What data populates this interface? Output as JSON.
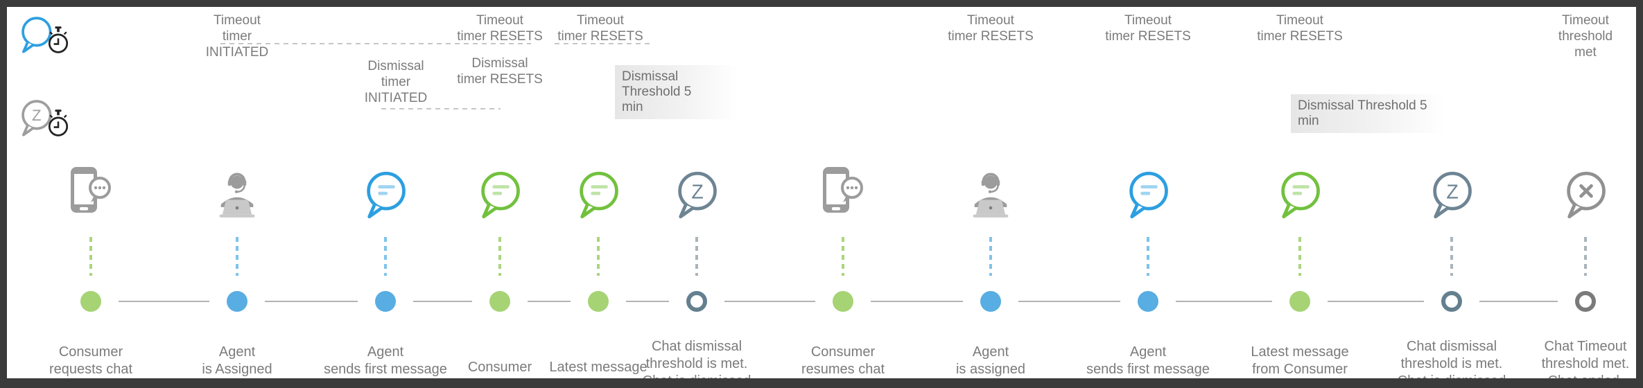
{
  "legend": {
    "timeout": {
      "icon": "timeout-timer-legend-icon",
      "bubble_color": "#58ade2"
    },
    "dismissal": {
      "icon": "dismissal-timer-legend-icon",
      "bubble_color": "#9e9e9e"
    }
  },
  "annotations": {
    "timeout_initiated": "Timeout\ntimer\nINITIATED",
    "timeout_resets": [
      "Timeout\ntimer RESETS",
      "Timeout\ntimer RESETS",
      "Timeout\ntimer RESETS",
      "Timeout\ntimer RESETS",
      "Timeout\ntimer RESETS"
    ],
    "timeout_threshold_met": "Timeout\nthreshold met",
    "dismissal_initiated": "Dismissal\ntimer\nINITIATED",
    "dismissal_resets": "Dismissal\ntimer RESETS",
    "dismissal_threshold_box_1": "Dismissal Threshold 5\nmin",
    "dismissal_threshold_box_2": "Dismissal Threshold 5 min"
  },
  "steps": [
    {
      "label": "Consumer\nrequests chat",
      "icon": "phone-chat-icon",
      "marker": "filled",
      "color": "green"
    },
    {
      "label": "Agent\nis Assigned",
      "icon": "agent-headset-icon",
      "marker": "filled",
      "color": "blue"
    },
    {
      "label": "Agent\nsends first message",
      "icon": "chat-bubble-blue-icon",
      "marker": "filled",
      "color": "blue"
    },
    {
      "label": "Consumer\nsends message",
      "icon": "chat-bubble-green-icon",
      "marker": "filled",
      "color": "green"
    },
    {
      "label": "Latest message\nfrom consumer",
      "icon": "chat-bubble-green-icon",
      "marker": "filled",
      "color": "green"
    },
    {
      "label": "Chat dismissal\nthreshold is met.\nChat is dismissed",
      "icon": "chat-bubble-sleep-icon",
      "marker": "ring",
      "color": "slate"
    },
    {
      "label": "Consumer\nresumes chat",
      "icon": "phone-chat-icon",
      "marker": "filled",
      "color": "green"
    },
    {
      "label": "Agent\nis assigned",
      "icon": "agent-headset-icon",
      "marker": "filled",
      "color": "blue"
    },
    {
      "label": "Agent\nsends first message",
      "icon": "chat-bubble-blue-icon",
      "marker": "filled",
      "color": "blue"
    },
    {
      "label": "Latest message\nfrom Consumer",
      "icon": "chat-bubble-green-icon",
      "marker": "filled",
      "color": "green"
    },
    {
      "label": "Chat dismissal\nthreshold is met.\nChat is dismissed",
      "icon": "chat-bubble-sleep-icon",
      "marker": "ring",
      "color": "slate"
    },
    {
      "label": "Chat Timeout\nthreshold met.\nChat ended.",
      "icon": "chat-bubble-x-icon",
      "marker": "ring",
      "color": "gray"
    }
  ],
  "colors": {
    "dot_green": "#a6d374",
    "dot_blue": "#58ade2",
    "ring_slate": "#64808f",
    "ring_gray": "#7a7a7a",
    "bubble_blue": "#2d9fe0",
    "bubble_green": "#72c13e",
    "icon_gray": "#9c9c9c",
    "text_gray": "#7b7b7b",
    "frame": "#3b3b3b"
  }
}
